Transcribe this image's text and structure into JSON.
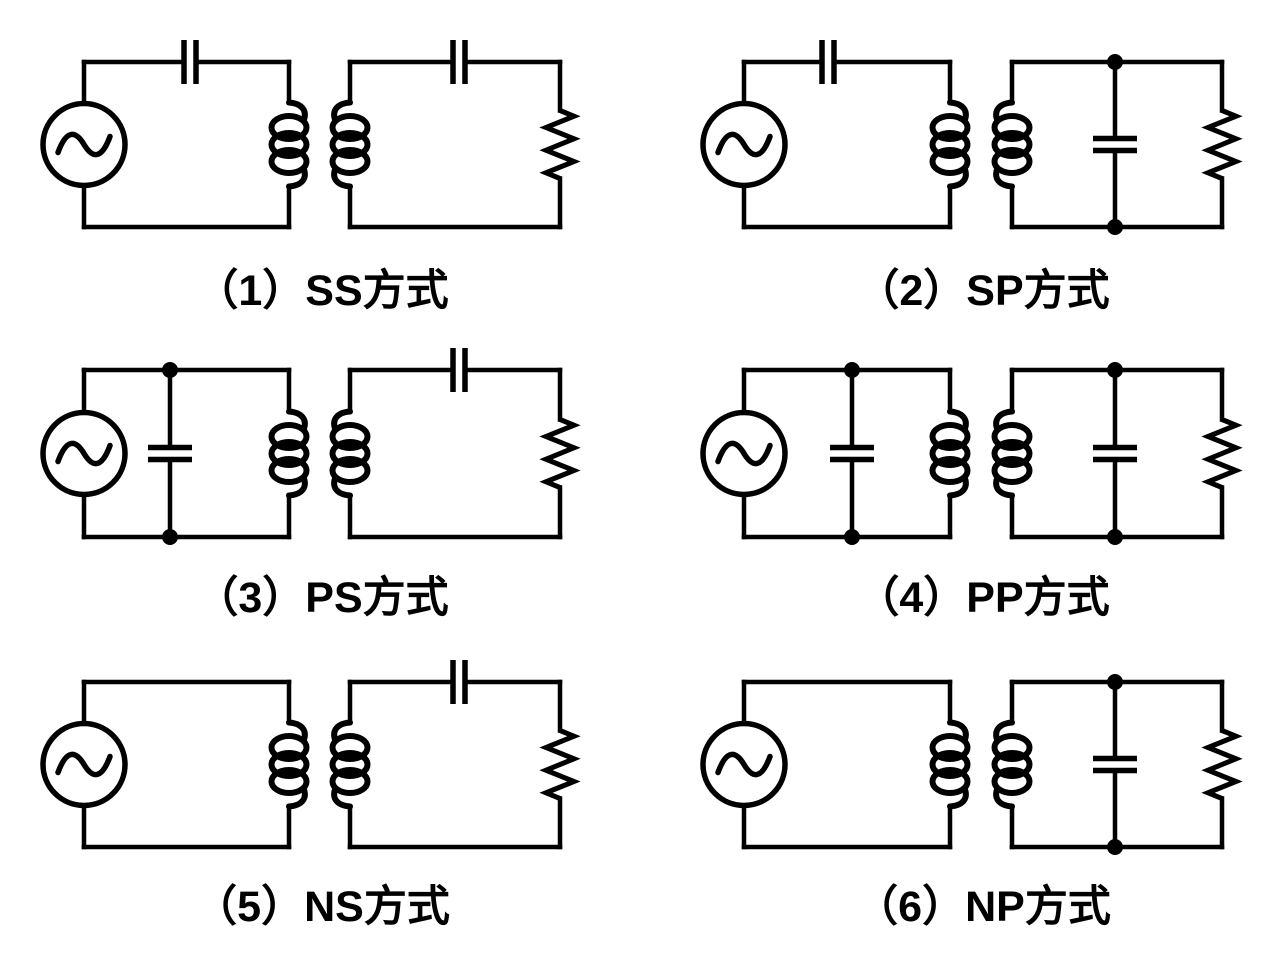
{
  "page": {
    "background": "#ffffff",
    "line_color": "#000000"
  },
  "figure": {
    "kind": "wireless-power-transfer compensation topology circuit diagrams",
    "grid": "3 rows x 2 columns"
  },
  "icons": {
    "source": "ac-source-icon",
    "series_capacitor": "series-capacitor-icon",
    "parallel_capacitor": "parallel-capacitor-icon",
    "primary_coil": "primary-coil-icon",
    "secondary_coil": "secondary-coil-icon",
    "resistor": "load-resistor-icon",
    "junction": "junction-dot"
  },
  "circuits": [
    {
      "number": "1",
      "code": "SS",
      "label": "（1）SS方式",
      "primary_compensation": "series",
      "secondary_compensation": "series",
      "components": [
        "ac-source",
        "series-capacitor",
        "primary-coil",
        "secondary-coil",
        "series-capacitor",
        "load-resistor"
      ]
    },
    {
      "number": "2",
      "code": "SP",
      "label": "（2）SP方式",
      "primary_compensation": "series",
      "secondary_compensation": "parallel",
      "components": [
        "ac-source",
        "series-capacitor",
        "primary-coil",
        "secondary-coil",
        "parallel-capacitor",
        "load-resistor"
      ]
    },
    {
      "number": "3",
      "code": "PS",
      "label": "（3）PS方式",
      "primary_compensation": "parallel",
      "secondary_compensation": "series",
      "components": [
        "ac-source",
        "parallel-capacitor",
        "primary-coil",
        "secondary-coil",
        "series-capacitor",
        "load-resistor"
      ]
    },
    {
      "number": "4",
      "code": "PP",
      "label": "（4）PP方式",
      "primary_compensation": "parallel",
      "secondary_compensation": "parallel",
      "components": [
        "ac-source",
        "parallel-capacitor",
        "primary-coil",
        "secondary-coil",
        "parallel-capacitor",
        "load-resistor"
      ]
    },
    {
      "number": "5",
      "code": "NS",
      "label": "（5）NS方式",
      "primary_compensation": "none",
      "secondary_compensation": "series",
      "components": [
        "ac-source",
        "primary-coil",
        "secondary-coil",
        "series-capacitor",
        "load-resistor"
      ]
    },
    {
      "number": "6",
      "code": "NP",
      "label": "（6）NP方式",
      "primary_compensation": "none",
      "secondary_compensation": "parallel",
      "components": [
        "ac-source",
        "primary-coil",
        "secondary-coil",
        "parallel-capacitor",
        "load-resistor"
      ]
    }
  ]
}
